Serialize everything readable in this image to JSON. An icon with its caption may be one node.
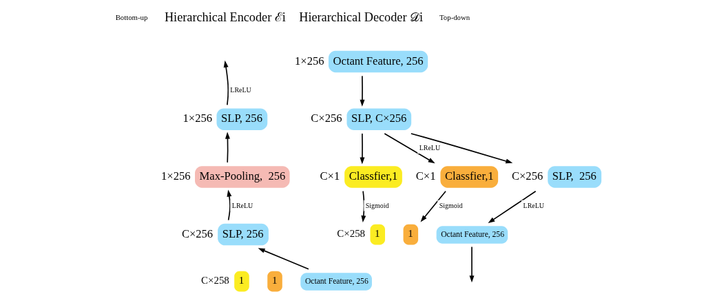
{
  "diagram": {
    "nodes": [
      {
        "text": [
          "SLP, 256"
        ],
        "beside": [
          "1×256"
        ]
      },
      {
        "text": [
          "Max-Pooling,  256"
        ],
        "beside": [
          "1×256"
        ]
      },
      {
        "text": [
          "SLP, 256"
        ],
        "beside": [
          "C×256"
        ]
      },
      {
        "text": [
          "1"
        ],
        "beside": [
          "C×258"
        ]
      },
      {
        "text": [
          "1"
        ]
      },
      {
        "text": [
          "Octant Feature, 256"
        ]
      },
      {
        "text": [
          "Octant Feature, 256"
        ],
        "beside": [
          "1×256"
        ]
      },
      {
        "text": [
          "SLP, C×256"
        ],
        "beside": [
          "C×256"
        ]
      },
      {
        "text": [
          "Classfier,1"
        ],
        "beside": [
          "C×1"
        ]
      },
      {
        "text": [
          "Classfier,1"
        ],
        "beside": [
          "C×1"
        ]
      },
      {
        "text": [
          "SLP,  256"
        ],
        "beside": [
          "C×256"
        ]
      },
      {
        "text": [
          "1"
        ],
        "beside": [
          "C×258"
        ]
      },
      {
        "text": [
          "1"
        ]
      },
      {
        "text": [
          "Octant Feature, 256"
        ]
      }
    ],
    "edges": [
      {
        "from": 5,
        "to": 2,
        "arrow": "to"
      },
      {
        "from": 2,
        "to": 1,
        "arrow": "to",
        "label": "LReLU"
      },
      {
        "from": 1,
        "to": 0,
        "arrow": "to"
      },
      {
        "from": 0,
        "to": null,
        "arrow": "to",
        "label": "LReLU"
      },
      {
        "from": 6,
        "to": 7,
        "arrow": "to"
      },
      {
        "from": 7,
        "to": 8,
        "arrow": "to"
      },
      {
        "from": 7,
        "to": 9,
        "arrow": "to",
        "label": "LReLU"
      },
      {
        "from": 7,
        "to": 10,
        "arrow": "to"
      },
      {
        "from": 8,
        "to": 11,
        "arrow": "to",
        "label": "Sigmoid"
      },
      {
        "from": 9,
        "to": 12,
        "arrow": "to",
        "label": "Sigmoid"
      },
      {
        "from": 10,
        "to": 13,
        "arrow": "to",
        "label": "LReLU"
      },
      {
        "from": 13,
        "to": null,
        "arrow": "to"
      }
    ],
    "labels": [
      "Hierarchical Encoder ℰi",
      "Bottom-up",
      "Hierarchical Decoder 𝒟i",
      "Top-down"
    ]
  }
}
